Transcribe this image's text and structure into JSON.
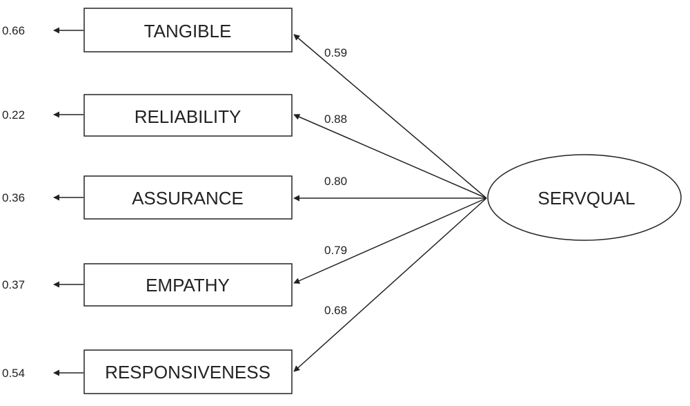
{
  "latent": {
    "label": "SERVQUAL"
  },
  "indicators": [
    {
      "label": "TANGIBLE",
      "loading": "0.59",
      "error": "0.66"
    },
    {
      "label": "RELIABILITY",
      "loading": "0.88",
      "error": "0.22"
    },
    {
      "label": "ASSURANCE",
      "loading": "0.80",
      "error": "0.36"
    },
    {
      "label": "EMPATHY",
      "loading": "0.79",
      "error": "0.37"
    },
    {
      "label": "RESPONSIVENESS",
      "loading": "0.68",
      "error": "0.54"
    }
  ],
  "colors": {
    "stroke": "#222222",
    "background": "#ffffff"
  }
}
